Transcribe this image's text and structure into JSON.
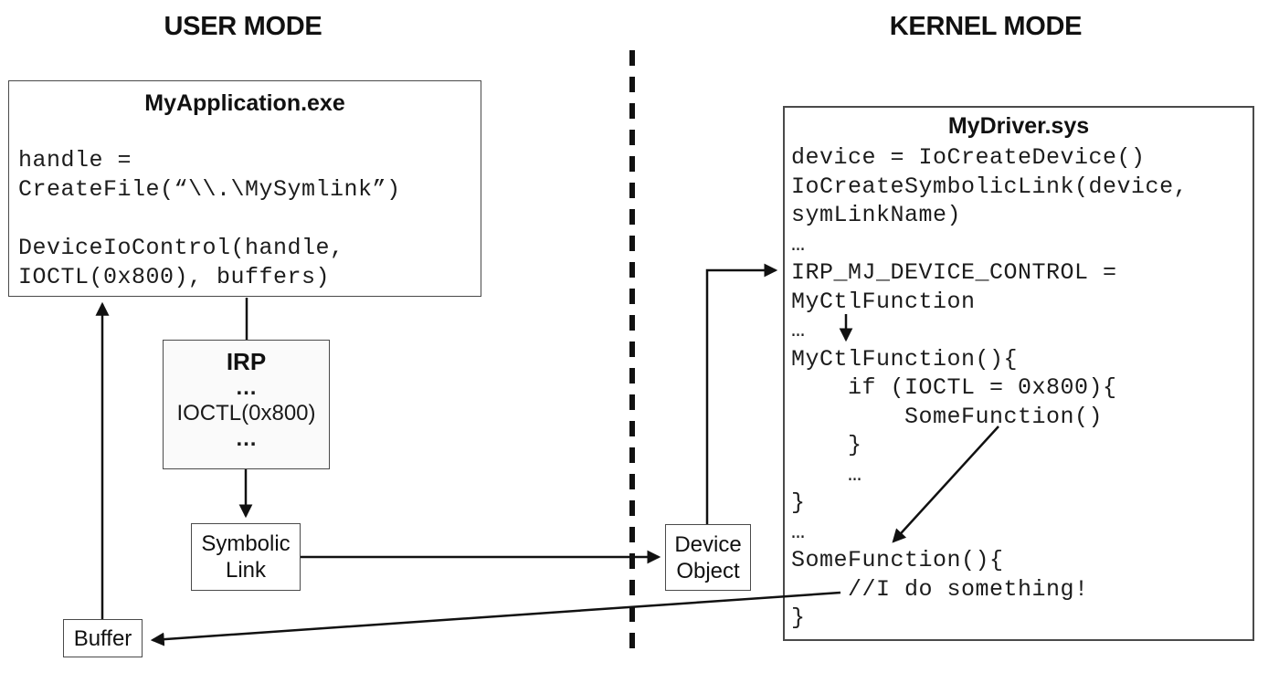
{
  "headers": {
    "user_mode": "USER MODE",
    "kernel_mode": "KERNEL MODE"
  },
  "user_side": {
    "app_box": {
      "title": "MyApplication.exe",
      "code_lines": [
        "handle =",
        "CreateFile(“\\\\.\\MySymlink”)",
        "",
        "DeviceIoControl(handle,",
        "IOCTL(0x800), buffers)"
      ]
    },
    "irp_box": {
      "title": "IRP",
      "lines": [
        "…",
        "IOCTL(0x800)",
        "…"
      ]
    },
    "symbolic_link_box": {
      "label_lines": [
        "Symbolic",
        "Link"
      ]
    },
    "buffer_box": {
      "label": "Buffer"
    }
  },
  "kernel_side": {
    "driver_box": {
      "title": "MyDriver.sys",
      "code_lines": [
        "device = IoCreateDevice()",
        "IoCreateSymbolicLink(device,",
        "symLinkName)",
        "…",
        "IRP_MJ_DEVICE_CONTROL =",
        "MyCtlFunction",
        "…",
        "MyCtlFunction(){",
        "    if (IOCTL = 0x800){",
        "        SomeFunction()",
        "    }",
        "    …",
        "}",
        "…",
        "SomeFunction(){",
        "    //I do something!",
        "}"
      ]
    },
    "device_object_box": {
      "label_lines": [
        "Device",
        "Object"
      ]
    }
  },
  "divider": {
    "style": "dashed",
    "meaning": "user/kernel boundary"
  },
  "colors": {
    "background": "#ffffff",
    "text": "#1a1a1a",
    "box_border": "#4a4a4a",
    "line": "#111111"
  }
}
